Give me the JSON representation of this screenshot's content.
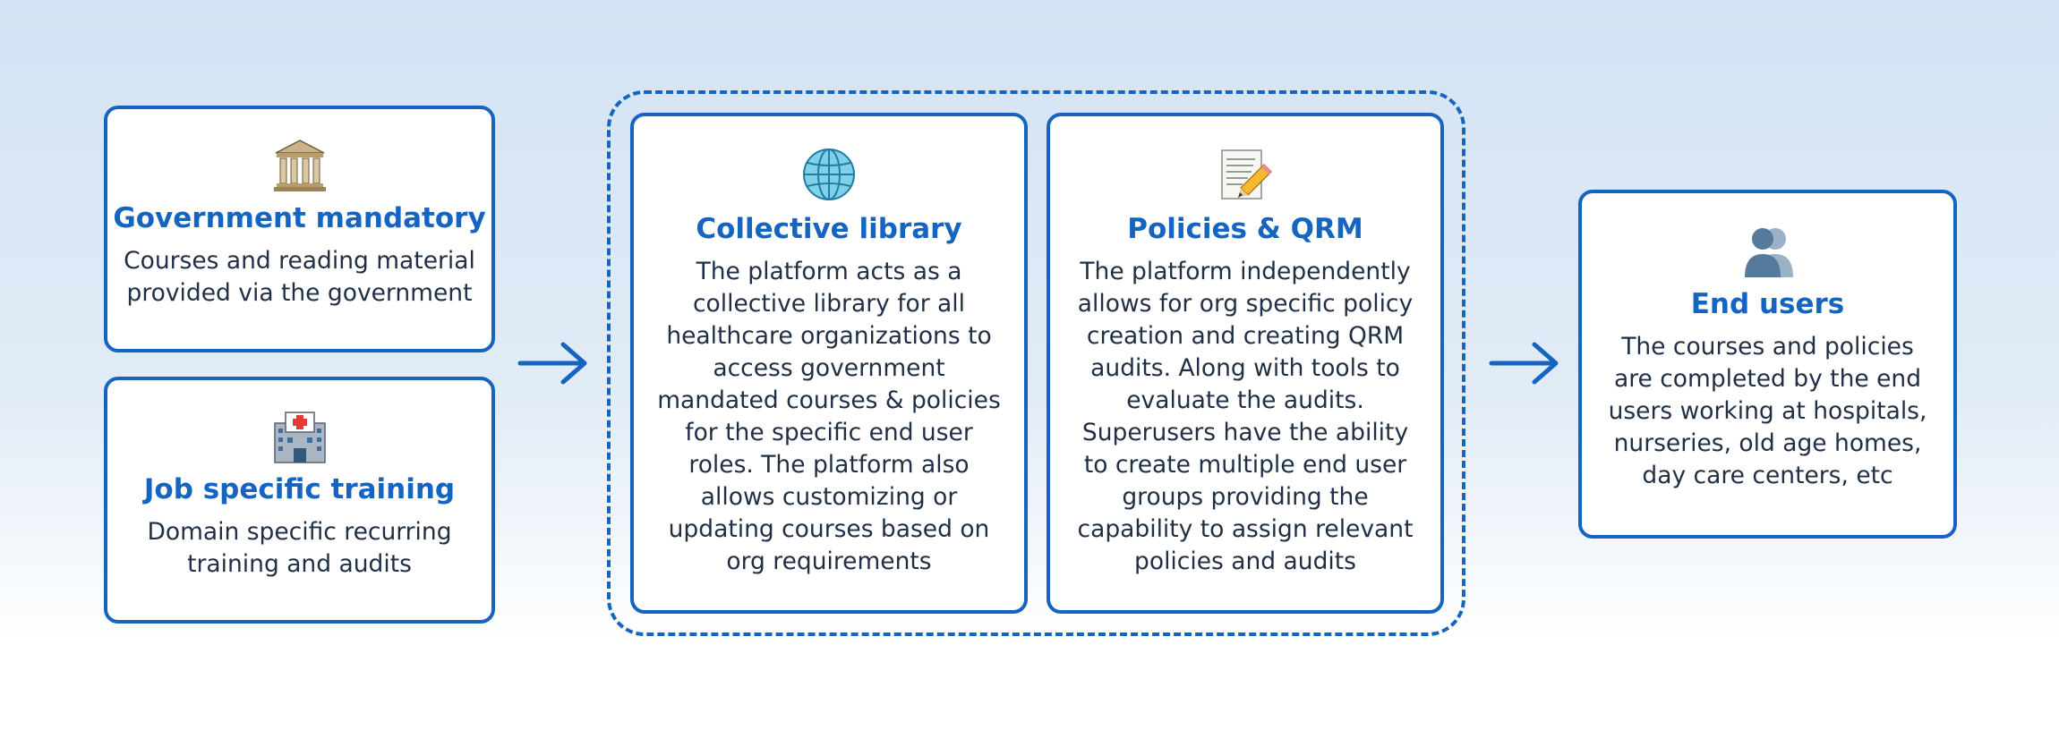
{
  "colors": {
    "accent": "#1565c0",
    "text": "#1f2f46",
    "card_bg": "#ffffff"
  },
  "sources": [
    {
      "icon": "classical-building-icon",
      "title": "Government mandatory",
      "lines": [
        "Courses and reading material",
        "provided via the government"
      ]
    },
    {
      "icon": "hospital-icon",
      "title": "Job specific training",
      "lines": [
        "Domain specific recurring",
        "training and audits"
      ]
    }
  ],
  "platform": [
    {
      "icon": "globe-icon",
      "title": "Collective library",
      "lines": [
        "The platform acts as a",
        "collective library for all",
        "healthcare organizations to",
        "access government",
        "mandated courses & policies",
        "for the specific end user",
        "roles. The platform also",
        "allows customizing or",
        "updating courses based on",
        "org requirements"
      ]
    },
    {
      "icon": "memo-pencil-icon",
      "title": "Policies & QRM",
      "lines": [
        "The platform independently",
        "allows for org specific policy",
        "creation and creating QRM",
        "audits. Along with tools to",
        "evaluate the audits.",
        "Superusers have the ability",
        "to create multiple end user",
        "groups providing the",
        "capability to assign relevant",
        "policies and audits"
      ]
    }
  ],
  "end_users": {
    "icon": "users-silhouette-icon",
    "title": "End users",
    "lines": [
      "The courses and policies",
      "are completed by the end",
      "users working at hospitals,",
      "nurseries, old age homes,",
      "day care centers, etc"
    ]
  }
}
